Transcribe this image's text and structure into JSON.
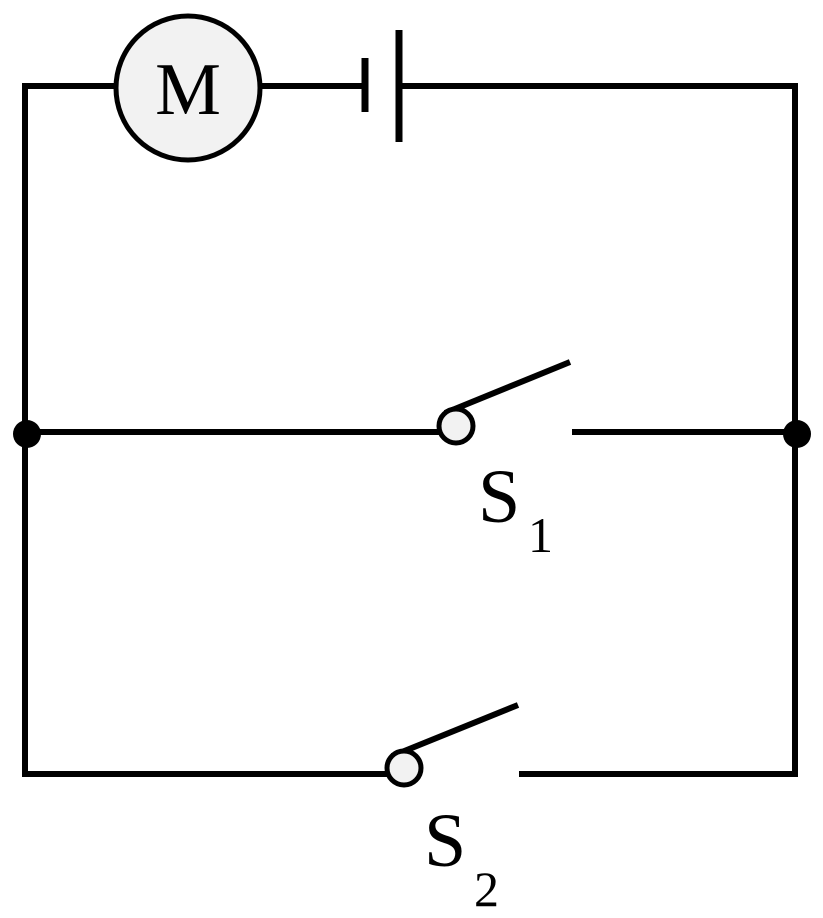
{
  "motor": {
    "label": "M"
  },
  "battery": {},
  "switches": [
    {
      "letter": "S",
      "sub": "1",
      "state": "open"
    },
    {
      "letter": "S",
      "sub": "2",
      "state": "open"
    }
  ],
  "junctions": 2
}
